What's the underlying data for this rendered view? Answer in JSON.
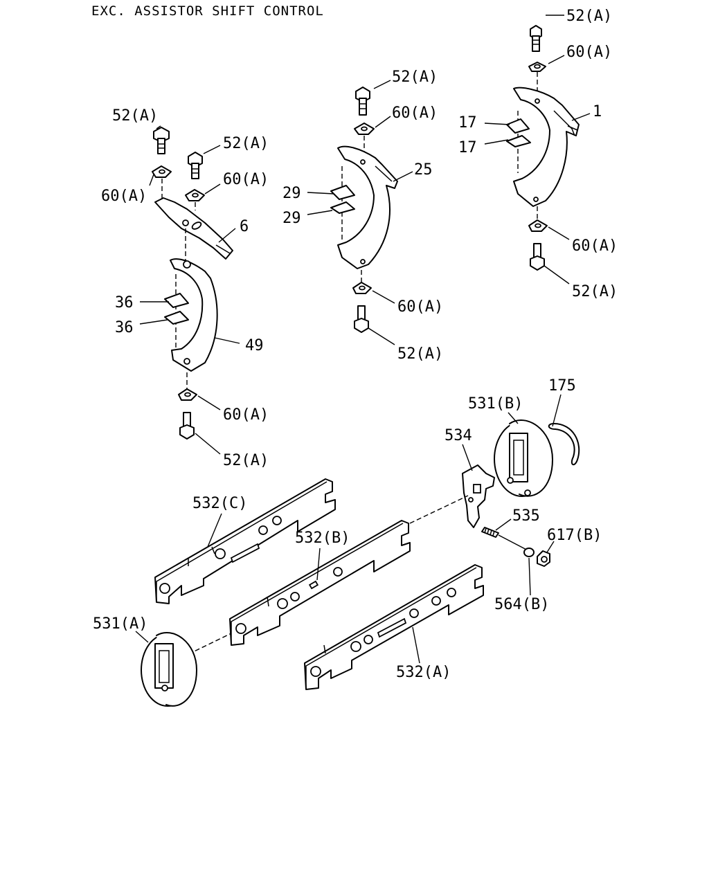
{
  "title": "EXC. ASSISTOR SHIFT CONTROL",
  "callouts": [
    {
      "id": "c1",
      "text": "52(A)"
    },
    {
      "id": "c2",
      "text": "60(A)"
    },
    {
      "id": "c3",
      "text": "1"
    },
    {
      "id": "c4",
      "text": "17"
    },
    {
      "id": "c5",
      "text": "17"
    },
    {
      "id": "c6",
      "text": "60(A)"
    },
    {
      "id": "c7",
      "text": "52(A)"
    },
    {
      "id": "c8",
      "text": "52(A)"
    },
    {
      "id": "c9",
      "text": "60(A)"
    },
    {
      "id": "c10",
      "text": "25"
    },
    {
      "id": "c11",
      "text": "29"
    },
    {
      "id": "c12",
      "text": "29"
    },
    {
      "id": "c13",
      "text": "60(A)"
    },
    {
      "id": "c14",
      "text": "52(A)"
    },
    {
      "id": "c15",
      "text": "52(A)"
    },
    {
      "id": "c16",
      "text": "52(A)"
    },
    {
      "id": "c17",
      "text": "60(A)"
    },
    {
      "id": "c18",
      "text": "60(A)"
    },
    {
      "id": "c19",
      "text": "6"
    },
    {
      "id": "c20",
      "text": "36"
    },
    {
      "id": "c21",
      "text": "36"
    },
    {
      "id": "c22",
      "text": "49"
    },
    {
      "id": "c23",
      "text": "60(A)"
    },
    {
      "id": "c24",
      "text": "52(A)"
    },
    {
      "id": "c25",
      "text": "175"
    },
    {
      "id": "c26",
      "text": "531(B)"
    },
    {
      "id": "c27",
      "text": "534"
    },
    {
      "id": "c28",
      "text": "532(C)"
    },
    {
      "id": "c29",
      "text": "535"
    },
    {
      "id": "c30",
      "text": "617(B)"
    },
    {
      "id": "c31",
      "text": "532(B)"
    },
    {
      "id": "c32",
      "text": "564(B)"
    },
    {
      "id": "c33",
      "text": "531(A)"
    },
    {
      "id": "c34",
      "text": "532(A)"
    }
  ]
}
